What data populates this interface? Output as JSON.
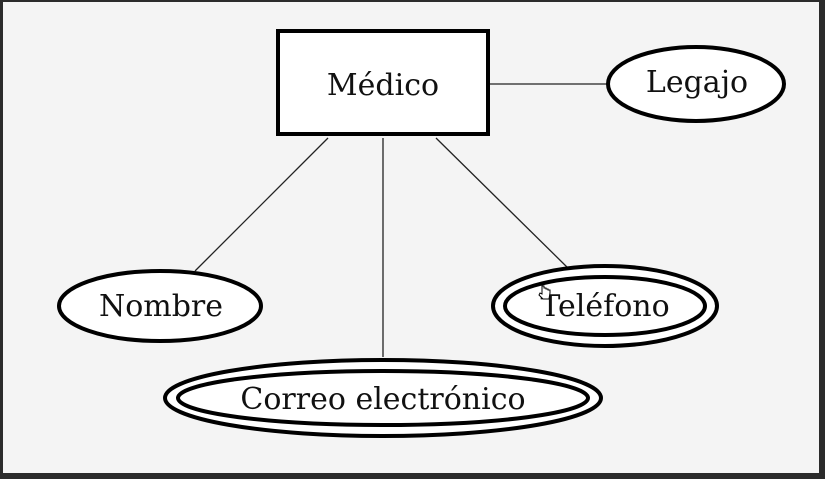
{
  "diagram": {
    "entity": {
      "label": "Médico"
    },
    "attributes": [
      {
        "id": "legajo",
        "label": "Legajo",
        "multivalued": false
      },
      {
        "id": "nombre",
        "label": "Nombre",
        "multivalued": false
      },
      {
        "id": "telefono",
        "label": "Teléfono",
        "multivalued": true
      },
      {
        "id": "correo",
        "label": "Correo electrónico",
        "multivalued": true
      }
    ]
  }
}
